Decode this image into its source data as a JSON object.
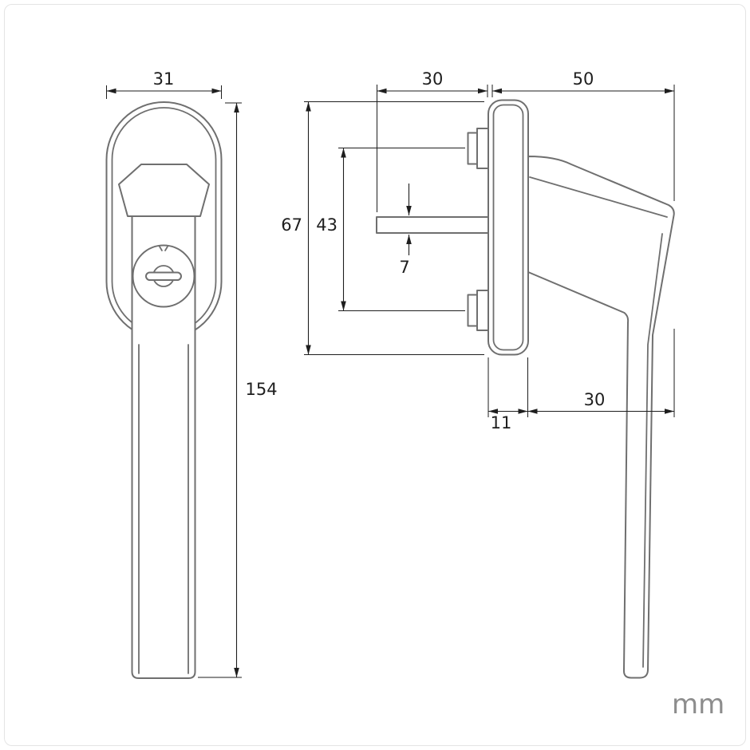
{
  "unit": {
    "label": "mm"
  },
  "colors": {
    "background": "#ffffff",
    "frame_border": "#e4e4e4",
    "object_line": "#6f6f6f",
    "dimension_line": "#1e1e1e",
    "unit_text": "#8d8d8d"
  },
  "front_view": {
    "dimensions": {
      "rosette_width_mm": "31",
      "total_height_mm": "154"
    }
  },
  "side_view": {
    "dimensions": {
      "spindle_length_mm": "30",
      "handle_reach_mm": "50",
      "rosette_height_mm": "67",
      "screw_spacing_mm": "43",
      "spindle_thickness_mm": "7",
      "rosette_depth_mm": "11",
      "grip_clearance_mm": "30"
    }
  }
}
